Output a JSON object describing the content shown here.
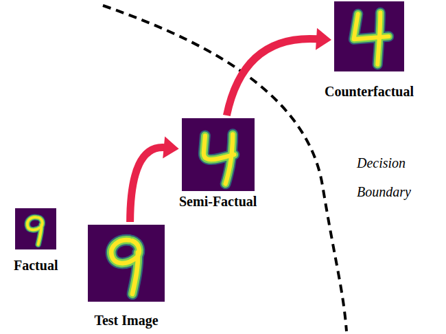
{
  "diagram": {
    "nodes": [
      {
        "text": [
          "Factual"
        ]
      },
      {
        "text": [
          "Test Image"
        ]
      },
      {
        "text": [
          "Semi-Factual"
        ]
      },
      {
        "text": [
          "Counterfactual"
        ]
      }
    ],
    "edges": [
      {
        "from": 1,
        "to": 2,
        "arrow": "to"
      },
      {
        "from": 2,
        "to": 3,
        "arrow": "to"
      }
    ],
    "labels": [
      "Decision",
      "Boundary"
    ]
  }
}
